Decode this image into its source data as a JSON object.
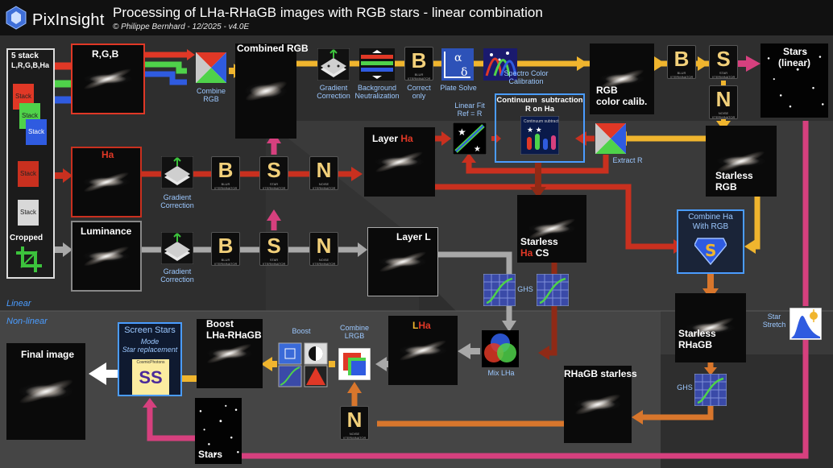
{
  "header": {
    "logo_text": "PixInsight",
    "title": "Processing of LHa-RHaGB images with RGB stars - linear combination",
    "subtitle": "© Philippe Bernhard - 12/2025 - v4.0E"
  },
  "zones": {
    "linear": "Linear",
    "nonlinear": "Non-linear"
  },
  "inputs": {
    "title": "5 stack",
    "channels": "L,R,G,B,Ha",
    "stack_label": "Stack",
    "cropped": "Cropped"
  },
  "labels": {
    "rgb": "R,G,B",
    "combined_rgb": "Combined RGB",
    "rgb_calib_line1": "RGB",
    "rgb_calib_line2": "color calib.",
    "stars_linear_line1": "Stars",
    "stars_linear_line2": "(linear)",
    "ha": "Ha",
    "layer_ha_prefix": "Layer",
    "layer_ha_suffix": "Ha",
    "starless_rgb_line1": "Starless",
    "starless_rgb_line2": "RGB",
    "luminance": "Luminance",
    "layer_l": "Layer L",
    "starless_ha_line1": "Starless",
    "starless_ha_line2a": "Ha",
    "starless_ha_line2b": "CS",
    "lha_l": "L",
    "lha_ha": "Ha",
    "starless_rhagb_line1": "Starless",
    "starless_rhagb_line2": "RHaGB",
    "rhagb_starless": "RHaGB starless",
    "boost_title_line1": "Boost",
    "boost_title_line2": "LHa-RHaGB",
    "final": "Final image",
    "stars": "Stars"
  },
  "captions": {
    "combine_rgb": "Combine\nRGB",
    "gradient_top": "Gradient\nCorrection",
    "background_neutralization": "Background\nNeutralization",
    "correct_only": "Correct\nonly",
    "plate_solve": "Plate Solve",
    "spcc": "Spectro Color\nCalibration",
    "linear_fit": "Linear Fit\nRef = R",
    "continuum_title": "Continuum  subtraction\nR on Ha",
    "continuum_small": "Continuum subtract",
    "extract_r": "Extract R",
    "gradient_ha": "Gradient\nCorrection",
    "gradient_lum": "Gradient\nCorrection",
    "combine_ha_rgb": "Combine Ha\nWith RGB",
    "ghs_l": "GHS",
    "mix_lha": "Mix LHa",
    "star_stretch": "Star\nStretch",
    "ghs_rhagb": "GHS",
    "combine_lrgb": "Combine\nLRGB",
    "boost": "Boost",
    "screen_stars_title": "Screen Stars",
    "screen_stars_mode": "Mode\nStar replacement",
    "cosmic_photons": "CosmicPhotons"
  },
  "tools": {
    "blur_letter": "B",
    "blur_sub": "BLUR XTERMINATOR",
    "star_letter": "S",
    "star_sub": "STAR XTERMINATOR",
    "noise_letter": "N",
    "noise_sub": "NOISE XTERMINATOR",
    "ss_letters": "SS"
  },
  "colors": {
    "red": "#c9301f",
    "green": "#4fd24a",
    "blue": "#2f5be0",
    "yellow": "#f0b52e",
    "pink": "#d6407e",
    "grey": "#a8a8a8",
    "orange": "#d8762c",
    "dark_red": "#8f2a16",
    "white": "#ffffff",
    "accent_text": "#9cc8ff",
    "zone_text": "#4a9cff"
  }
}
